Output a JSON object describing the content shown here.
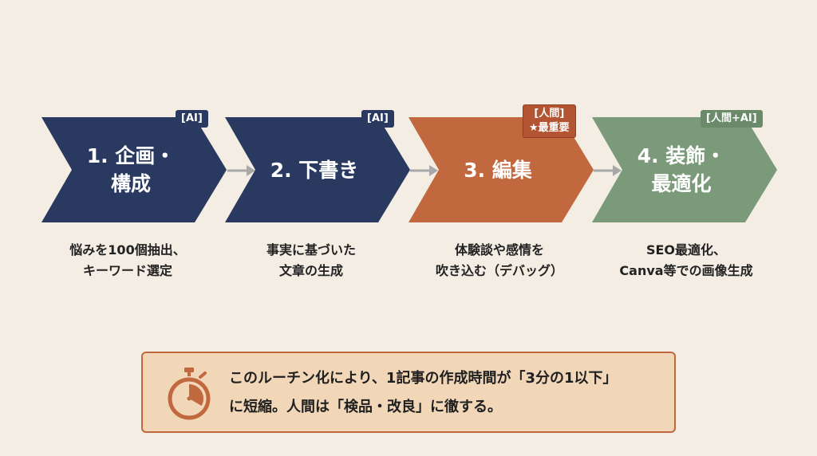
{
  "colors": {
    "background": "#f3ede3",
    "step_navy": "#2a3960",
    "step_orange": "#c2683f",
    "step_green": "#7b9a7a",
    "arrow_gray": "#a8a8a8",
    "note_fill": "#f1d7b8",
    "note_border": "#c2683f"
  },
  "steps": [
    {
      "title": "1. 企画・\n構成",
      "badge": "[AI]",
      "description": "悩みを100個抽出、\nキーワード選定",
      "color": "#2a3960"
    },
    {
      "title": "2. 下書き",
      "badge": "[AI]",
      "description": "事実に基づいた\n文章の生成",
      "color": "#2a3960"
    },
    {
      "title": "3. 編集",
      "badge": "[人間]\n★最重要",
      "description": "体験談や感情を\n吹き込む（デバッグ）",
      "color": "#c2683f"
    },
    {
      "title": "4. 装飾・\n最適化",
      "badge": "[人間+AI]",
      "description": "SEO最適化、\nCanva等での画像生成",
      "color": "#7b9a7a"
    }
  ],
  "note": {
    "icon": "stopwatch-icon",
    "text": "このルーチン化により、1記事の作成時間が「3分の1以下」\nに短縮。人間は「検品・改良」に徹する。"
  }
}
